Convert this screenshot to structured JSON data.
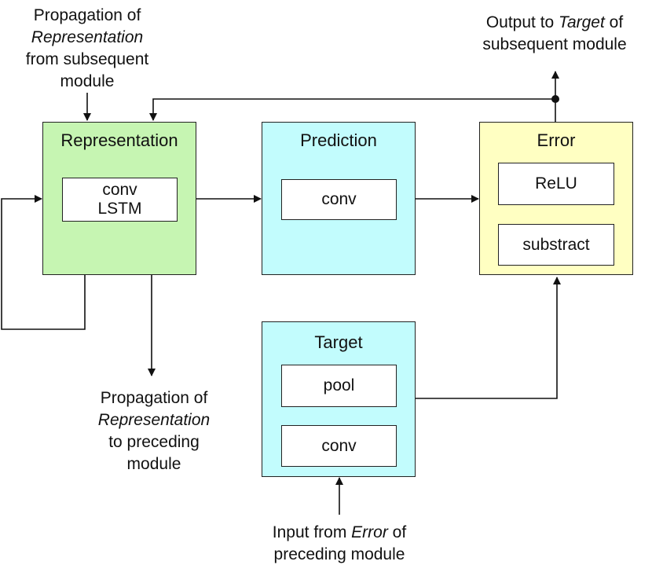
{
  "modules": {
    "representation": {
      "title": "Representation",
      "inner": [
        "conv",
        "LSTM"
      ],
      "color": "#c6f5b2"
    },
    "prediction": {
      "title": "Prediction",
      "inner": [
        "conv"
      ],
      "color": "#c2fcfd"
    },
    "error": {
      "title": "Error",
      "inner": [
        "ReLU",
        "substract"
      ],
      "color": "#ffffc2"
    },
    "target": {
      "title": "Target",
      "inner": [
        "pool",
        "conv"
      ],
      "color": "#c2fcfd"
    }
  },
  "labels": {
    "top_left": {
      "l1": "Propagation of",
      "l2": "Representation",
      "l3": "from subsequent",
      "l4": "module"
    },
    "top_right": {
      "l1a": "Output to ",
      "l1b": "Target",
      "l1c": " of",
      "l2": "subsequent module"
    },
    "mid_bottom": {
      "l1": "Propagation of",
      "l2": "Representation",
      "l3": "to preceding",
      "l4": "module"
    },
    "bottom": {
      "l1a": "Input from ",
      "l1b": "Error",
      "l1c": " of",
      "l2": "preceding module"
    }
  }
}
